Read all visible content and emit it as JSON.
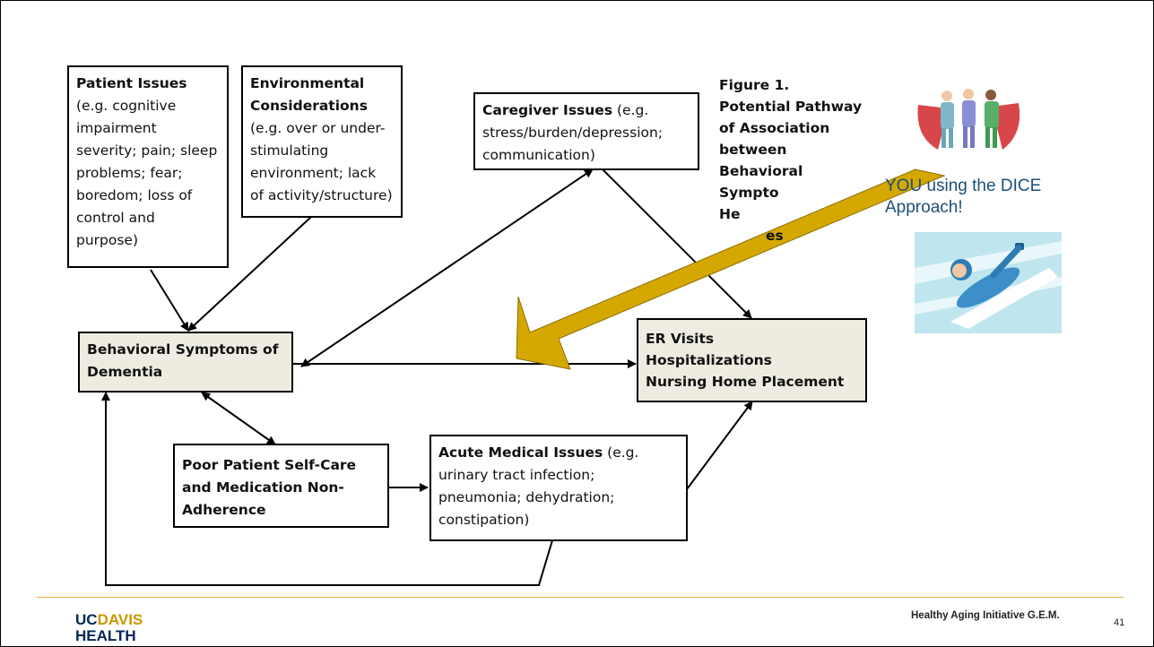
{
  "figure": {
    "caption_lines": [
      "Figure 1.",
      "Potential Pathway",
      "of Association",
      "between",
      "Behavioral",
      "Sympto",
      "He",
      "es"
    ]
  },
  "boxes": {
    "patient": {
      "title": "Patient Issues",
      "body": "(e.g. cognitive impairment severity; pain; sleep problems; fear; boredom; loss of control and purpose)"
    },
    "environment": {
      "title": "Environmental Considerations",
      "body": " (e.g. over or under-stimulating environment; lack of activity/structure)"
    },
    "caregiver": {
      "title": "Caregiver Issues",
      "body": " (e.g. stress/burden/depression; communication)"
    },
    "behavioral": {
      "text": "Behavioral Symptoms of Dementia"
    },
    "outcomes": {
      "line1": "ER Visits",
      "line2": "Hospitalizations",
      "line3": "Nursing Home Placement"
    },
    "selfcare": {
      "text": "Poor Patient Self-Care and Medication Non-Adherence"
    },
    "acute": {
      "title": "Acute Medical Issues",
      "title_suffix": " (e.g.",
      "body": "urinary tract infection; pneumonia; dehydration; constipation)"
    }
  },
  "callout": {
    "line1": "YOU using the DICE",
    "line2": "Approach!"
  },
  "footer": {
    "logo_uc": "UC",
    "logo_davis": "DAVIS",
    "logo_health": "HEALTH",
    "text": "Healthy Aging Initiative G.E.M.",
    "page": "41"
  },
  "colors": {
    "arrow": "#d4a800",
    "shaded_box": "#eeece1",
    "callout_text": "#1f4e79",
    "footer_line": "#e4b23a"
  }
}
